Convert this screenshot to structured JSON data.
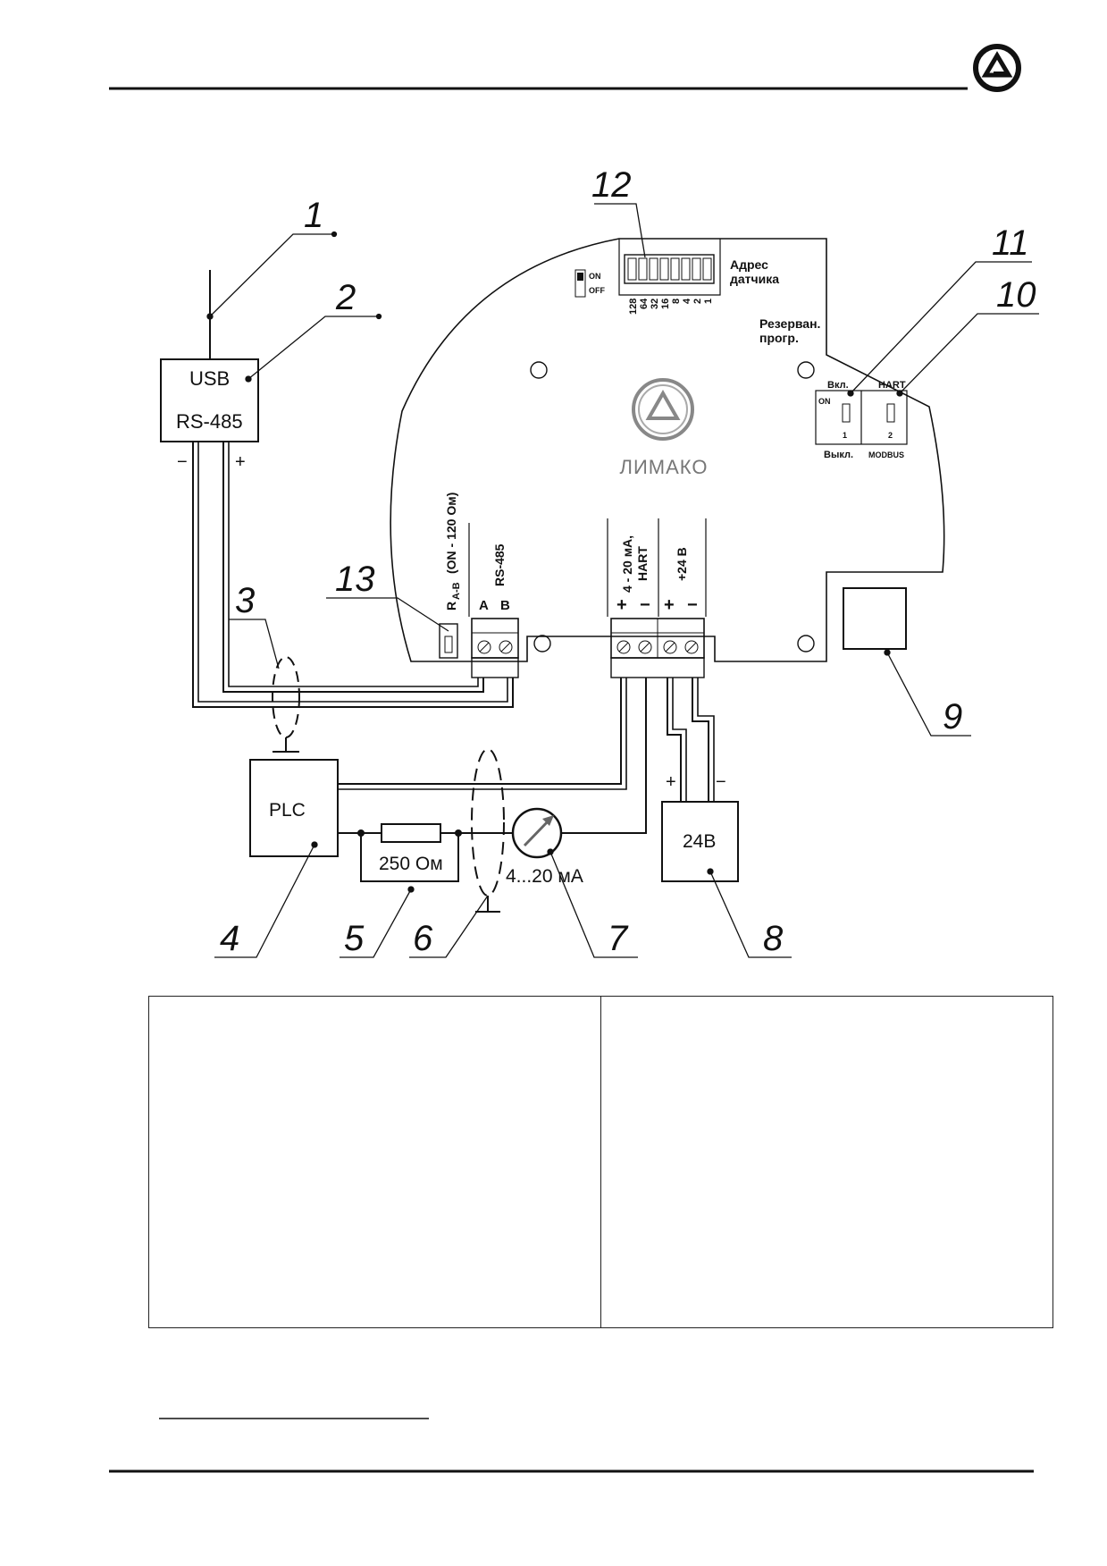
{
  "brand": {
    "logo_icon": "limako-logo-icon",
    "panel_brand": "ЛИМАКО"
  },
  "panel": {
    "dip_switch_legend": {
      "on": "ON",
      "off": "OFF"
    },
    "address_label_line1": "Адрес",
    "address_label_line2": "датчика",
    "address_bits": [
      "128",
      "64",
      "32",
      "16",
      "8",
      "4",
      "2",
      "1"
    ],
    "reserve_line1": "Резерван.",
    "reserve_line2": "прогр.",
    "switch1": {
      "top": "Вкл.",
      "state": "ON",
      "number": "1",
      "bottom": "Выкл."
    },
    "switch2": {
      "top": "HART",
      "number": "2",
      "bottom": "MODBUS"
    },
    "terminal_rab_label": "R",
    "terminal_rab_sub": "A-B",
    "terminal_rab_note": "(ON - 120 Ом)",
    "terminal_rs485": "RS-485",
    "terminal_rs485_pins": [
      "A",
      "B"
    ],
    "terminal_current_line1": "4 - 20 мА,",
    "terminal_current_line2": "HART",
    "terminal_power": "+24 В",
    "terminal_pm": [
      "+",
      "−",
      "+",
      "−"
    ]
  },
  "devices": {
    "converter_top": "USB",
    "converter_bottom": "RS-485",
    "converter_minus": "−",
    "converter_plus": "+",
    "plc": "PLC",
    "resistor": "250 Ом",
    "ammeter": "4...20 мА",
    "power_supply": "24В",
    "psu_plus": "+",
    "psu_minus": "−"
  },
  "callouts": [
    "1",
    "2",
    "3",
    "4",
    "5",
    "6",
    "7",
    "8",
    "9",
    "10",
    "11",
    "12",
    "13"
  ]
}
